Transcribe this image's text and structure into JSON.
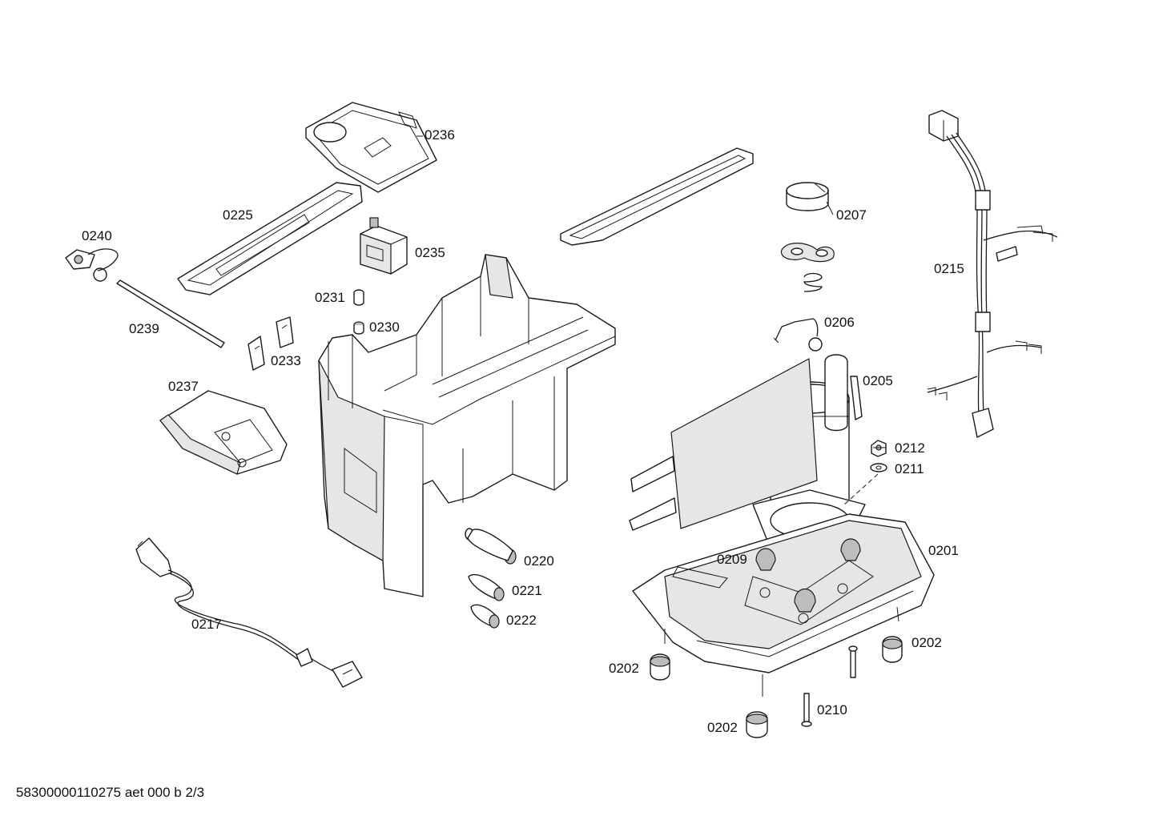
{
  "diagram": {
    "part_labels": {
      "p0236": "0236",
      "p0225": "0225",
      "p0240": "0240",
      "p0235": "0235",
      "p0231": "0231",
      "p0230": "0230",
      "p0239": "0239",
      "p0233": "0233",
      "p0237": "0237",
      "p0207": "0207",
      "p0215": "0215",
      "p0206": "0206",
      "p0205": "0205",
      "p0212": "0212",
      "p0211": "0211",
      "p0220": "0220",
      "p0221": "0221",
      "p0222": "0222",
      "p0201": "0201",
      "p0209": "0209",
      "p0217": "0217",
      "p0202a": "0202",
      "p0202b": "0202",
      "p0202c": "0202",
      "p0210": "0210"
    },
    "footer": "58300000110275 aet 000 b 2/3"
  }
}
